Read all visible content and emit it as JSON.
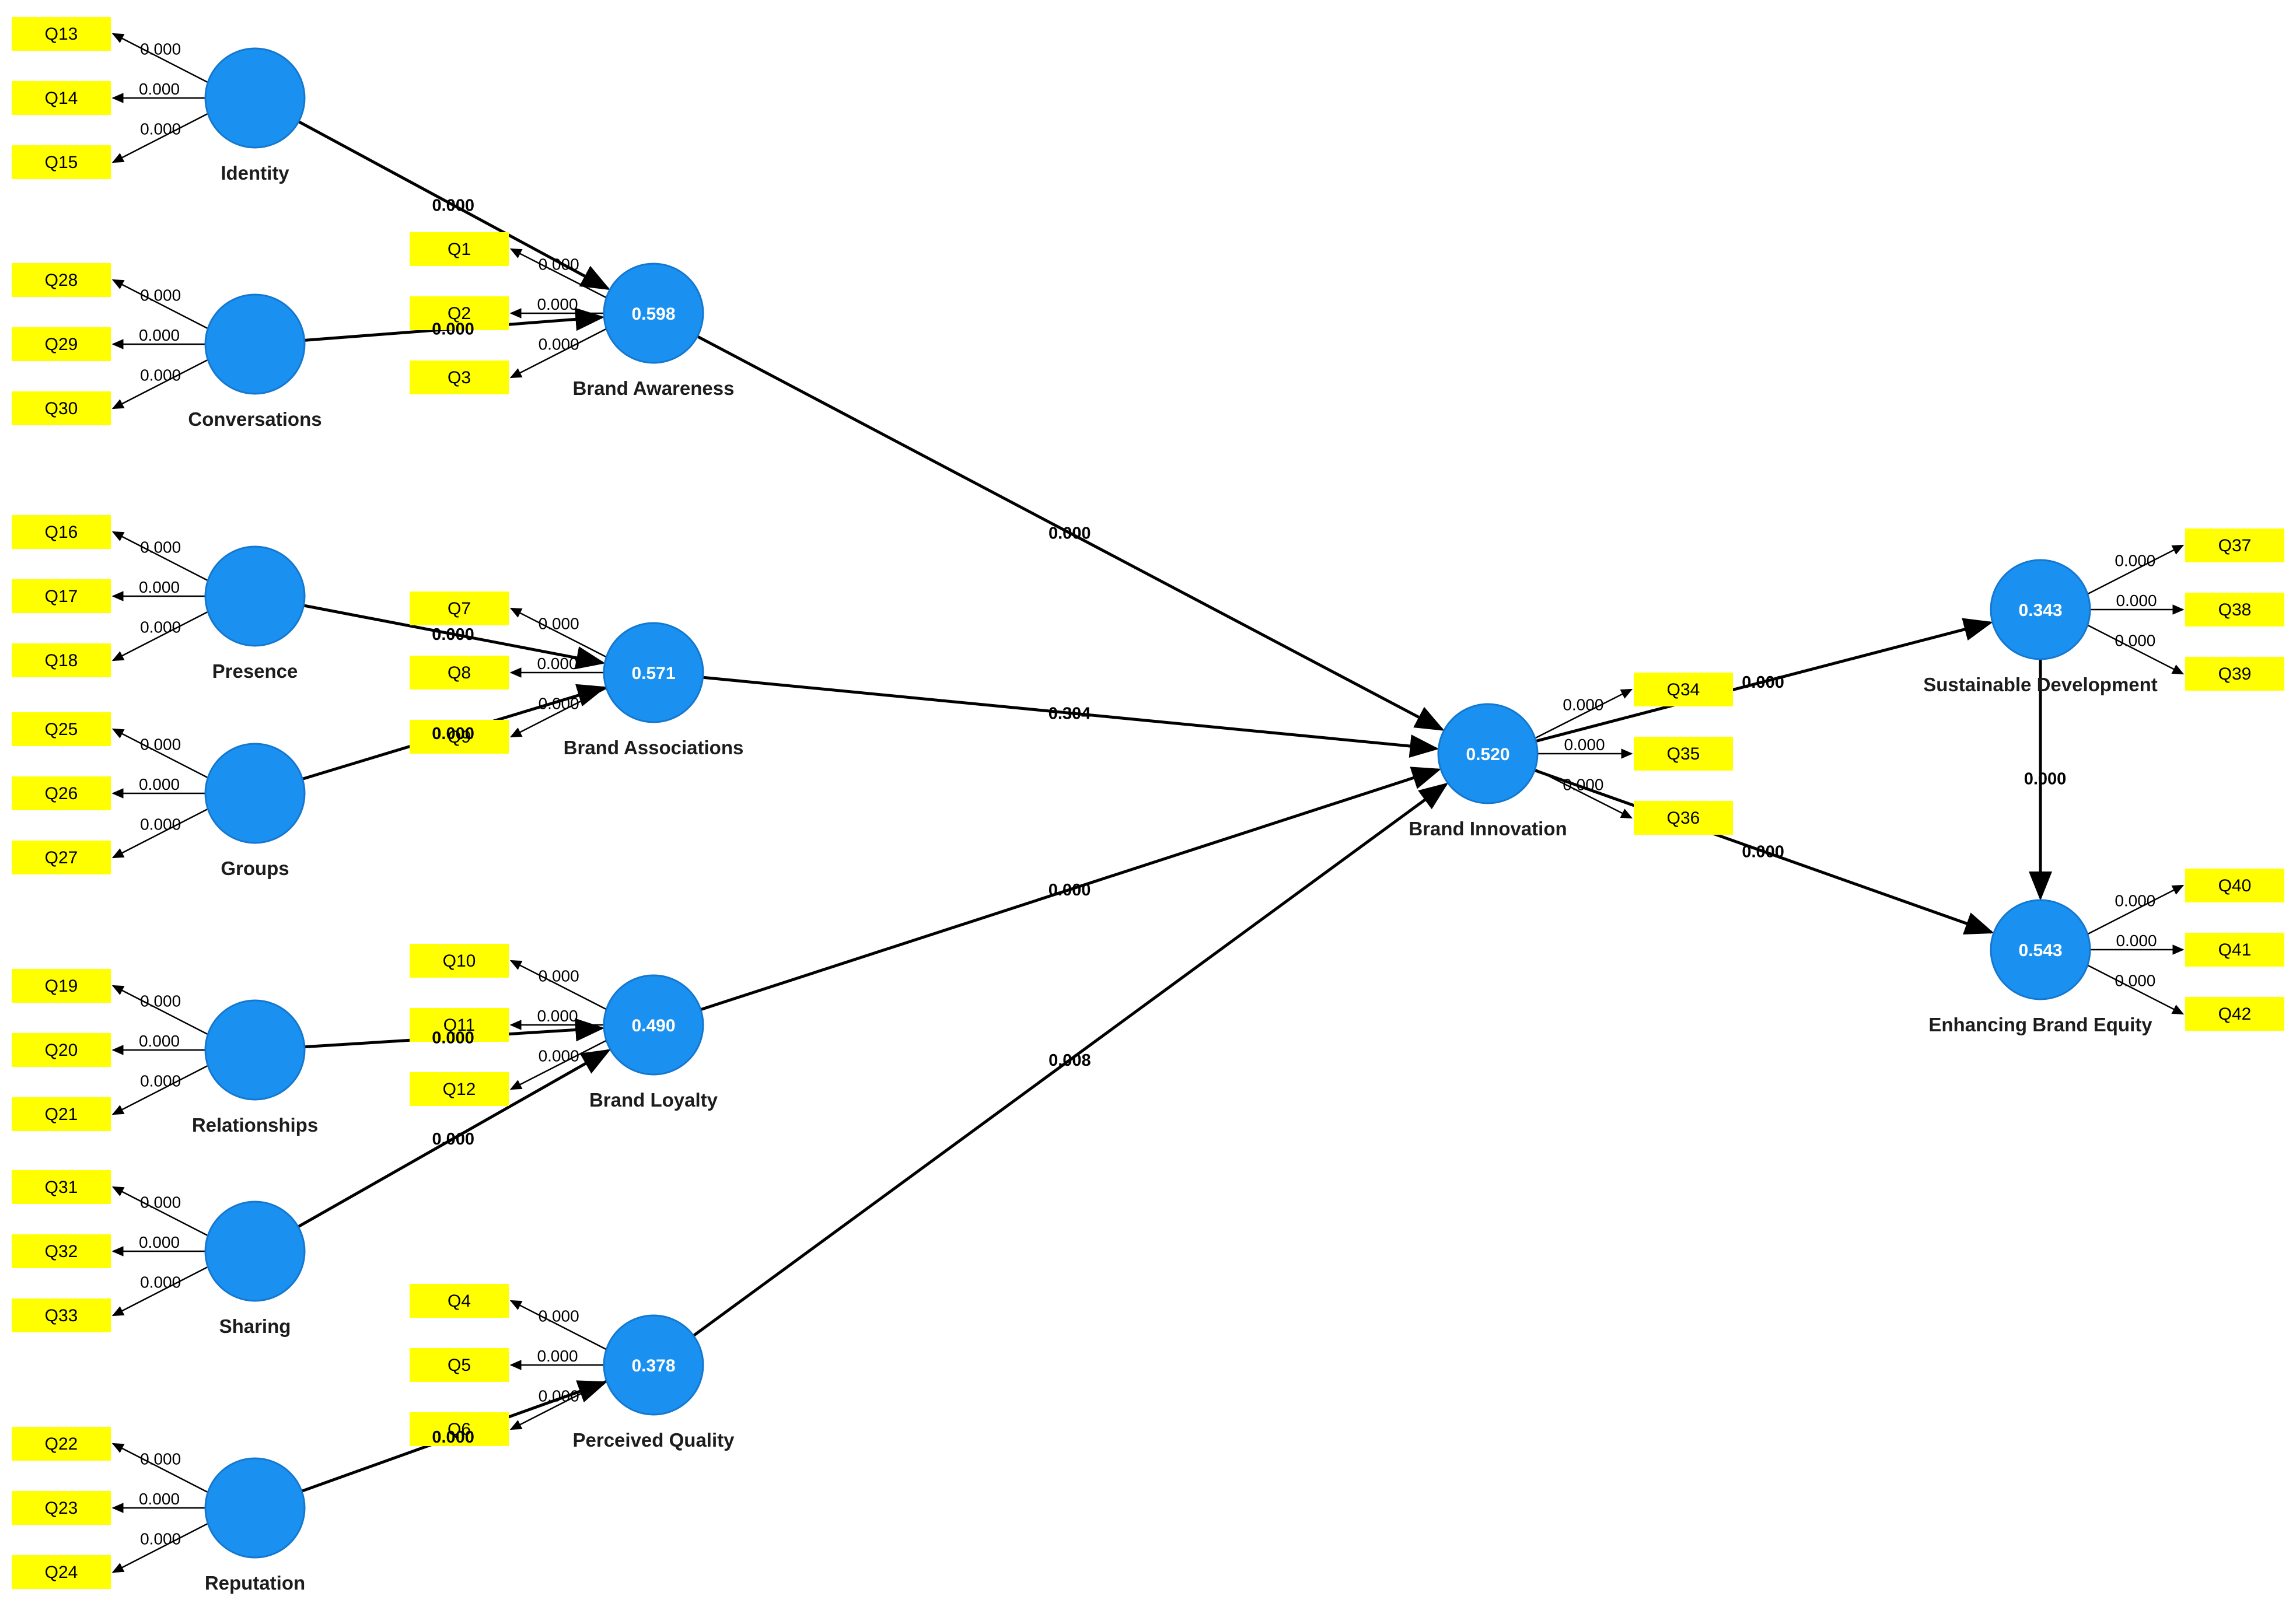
{
  "constructs": [
    {
      "id": "identity",
      "label": "Identity",
      "value": ""
    },
    {
      "id": "conversations",
      "label": "Conversations",
      "value": ""
    },
    {
      "id": "presence",
      "label": "Presence",
      "value": ""
    },
    {
      "id": "groups",
      "label": "Groups",
      "value": ""
    },
    {
      "id": "relationships",
      "label": "Relationships",
      "value": ""
    },
    {
      "id": "sharing",
      "label": "Sharing",
      "value": ""
    },
    {
      "id": "reputation",
      "label": "Reputation",
      "value": ""
    },
    {
      "id": "brand_awareness",
      "label": "Brand Awareness",
      "value": "0.598"
    },
    {
      "id": "brand_associations",
      "label": "Brand Associations",
      "value": "0.571"
    },
    {
      "id": "brand_loyalty",
      "label": "Brand Loyalty",
      "value": "0.490"
    },
    {
      "id": "perceived_quality",
      "label": "Perceived Quality",
      "value": "0.378"
    },
    {
      "id": "brand_innovation",
      "label": "Brand Innovation",
      "value": "0.520"
    },
    {
      "id": "sustainable_development",
      "label": "Sustainable Development",
      "value": "0.343"
    },
    {
      "id": "enhancing_brand_equity",
      "label": "Enhancing Brand Equity",
      "value": "0.543"
    }
  ],
  "indicators": [
    {
      "construct": "identity",
      "items": [
        {
          "name": "Q13",
          "loading": "0.000"
        },
        {
          "name": "Q14",
          "loading": "0.000"
        },
        {
          "name": "Q15",
          "loading": "0.000"
        }
      ]
    },
    {
      "construct": "conversations",
      "items": [
        {
          "name": "Q28",
          "loading": "0.000"
        },
        {
          "name": "Q29",
          "loading": "0.000"
        },
        {
          "name": "Q30",
          "loading": "0.000"
        }
      ]
    },
    {
      "construct": "presence",
      "items": [
        {
          "name": "Q16",
          "loading": "0.000"
        },
        {
          "name": "Q17",
          "loading": "0.000"
        },
        {
          "name": "Q18",
          "loading": "0.000"
        }
      ]
    },
    {
      "construct": "groups",
      "items": [
        {
          "name": "Q25",
          "loading": "0.000"
        },
        {
          "name": "Q26",
          "loading": "0.000"
        },
        {
          "name": "Q27",
          "loading": "0.000"
        }
      ]
    },
    {
      "construct": "relationships",
      "items": [
        {
          "name": "Q19",
          "loading": "0.000"
        },
        {
          "name": "Q20",
          "loading": "0.000"
        },
        {
          "name": "Q21",
          "loading": "0.000"
        }
      ]
    },
    {
      "construct": "sharing",
      "items": [
        {
          "name": "Q31",
          "loading": "0.000"
        },
        {
          "name": "Q32",
          "loading": "0.000"
        },
        {
          "name": "Q33",
          "loading": "0.000"
        }
      ]
    },
    {
      "construct": "reputation",
      "items": [
        {
          "name": "Q22",
          "loading": "0.000"
        },
        {
          "name": "Q23",
          "loading": "0.000"
        },
        {
          "name": "Q24",
          "loading": "0.000"
        }
      ]
    },
    {
      "construct": "brand_awareness",
      "items": [
        {
          "name": "Q1",
          "loading": "0.000"
        },
        {
          "name": "Q2",
          "loading": "0.000"
        },
        {
          "name": "Q3",
          "loading": "0.000"
        }
      ]
    },
    {
      "construct": "brand_associations",
      "items": [
        {
          "name": "Q7",
          "loading": "0.000"
        },
        {
          "name": "Q8",
          "loading": "0.000"
        },
        {
          "name": "Q9",
          "loading": "0.000"
        }
      ]
    },
    {
      "construct": "brand_loyalty",
      "items": [
        {
          "name": "Q10",
          "loading": "0.000"
        },
        {
          "name": "Q11",
          "loading": "0.000"
        },
        {
          "name": "Q12",
          "loading": "0.000"
        }
      ]
    },
    {
      "construct": "perceived_quality",
      "items": [
        {
          "name": "Q4",
          "loading": "0.000"
        },
        {
          "name": "Q5",
          "loading": "0.000"
        },
        {
          "name": "Q6",
          "loading": "0.000"
        }
      ]
    },
    {
      "construct": "brand_innovation",
      "items": [
        {
          "name": "Q34",
          "loading": "0.000"
        },
        {
          "name": "Q35",
          "loading": "0.000"
        },
        {
          "name": "Q36",
          "loading": "0.000"
        }
      ]
    },
    {
      "construct": "sustainable_development",
      "items": [
        {
          "name": "Q37",
          "loading": "0.000"
        },
        {
          "name": "Q38",
          "loading": "0.000"
        },
        {
          "name": "Q39",
          "loading": "0.000"
        }
      ]
    },
    {
      "construct": "enhancing_brand_equity",
      "items": [
        {
          "name": "Q40",
          "loading": "0.000"
        },
        {
          "name": "Q41",
          "loading": "0.000"
        },
        {
          "name": "Q42",
          "loading": "0.000"
        }
      ]
    }
  ],
  "paths": [
    {
      "from": "identity",
      "to": "brand_awareness",
      "value": "0.000"
    },
    {
      "from": "conversations",
      "to": "brand_awareness",
      "value": "0.000"
    },
    {
      "from": "presence",
      "to": "brand_associations",
      "value": "0.000"
    },
    {
      "from": "groups",
      "to": "brand_associations",
      "value": "0.000"
    },
    {
      "from": "relationships",
      "to": "brand_loyalty",
      "value": "0.000"
    },
    {
      "from": "sharing",
      "to": "brand_loyalty",
      "value": "0.000"
    },
    {
      "from": "reputation",
      "to": "perceived_quality",
      "value": "0.000"
    },
    {
      "from": "brand_awareness",
      "to": "brand_innovation",
      "value": "0.000"
    },
    {
      "from": "brand_associations",
      "to": "brand_innovation",
      "value": "0.304"
    },
    {
      "from": "brand_loyalty",
      "to": "brand_innovation",
      "value": "0.000"
    },
    {
      "from": "perceived_quality",
      "to": "brand_innovation",
      "value": "0.008"
    },
    {
      "from": "brand_innovation",
      "to": "sustainable_development",
      "value": "0.000"
    },
    {
      "from": "brand_innovation",
      "to": "enhancing_brand_equity",
      "value": "0.000"
    },
    {
      "from": "sustainable_development",
      "to": "enhancing_brand_equity",
      "value": "0.000"
    }
  ],
  "colors": {
    "construct_fill": "#1a91f0",
    "indicator_fill": "#ffff00",
    "line": "#000000",
    "background": "#ffffff"
  }
}
